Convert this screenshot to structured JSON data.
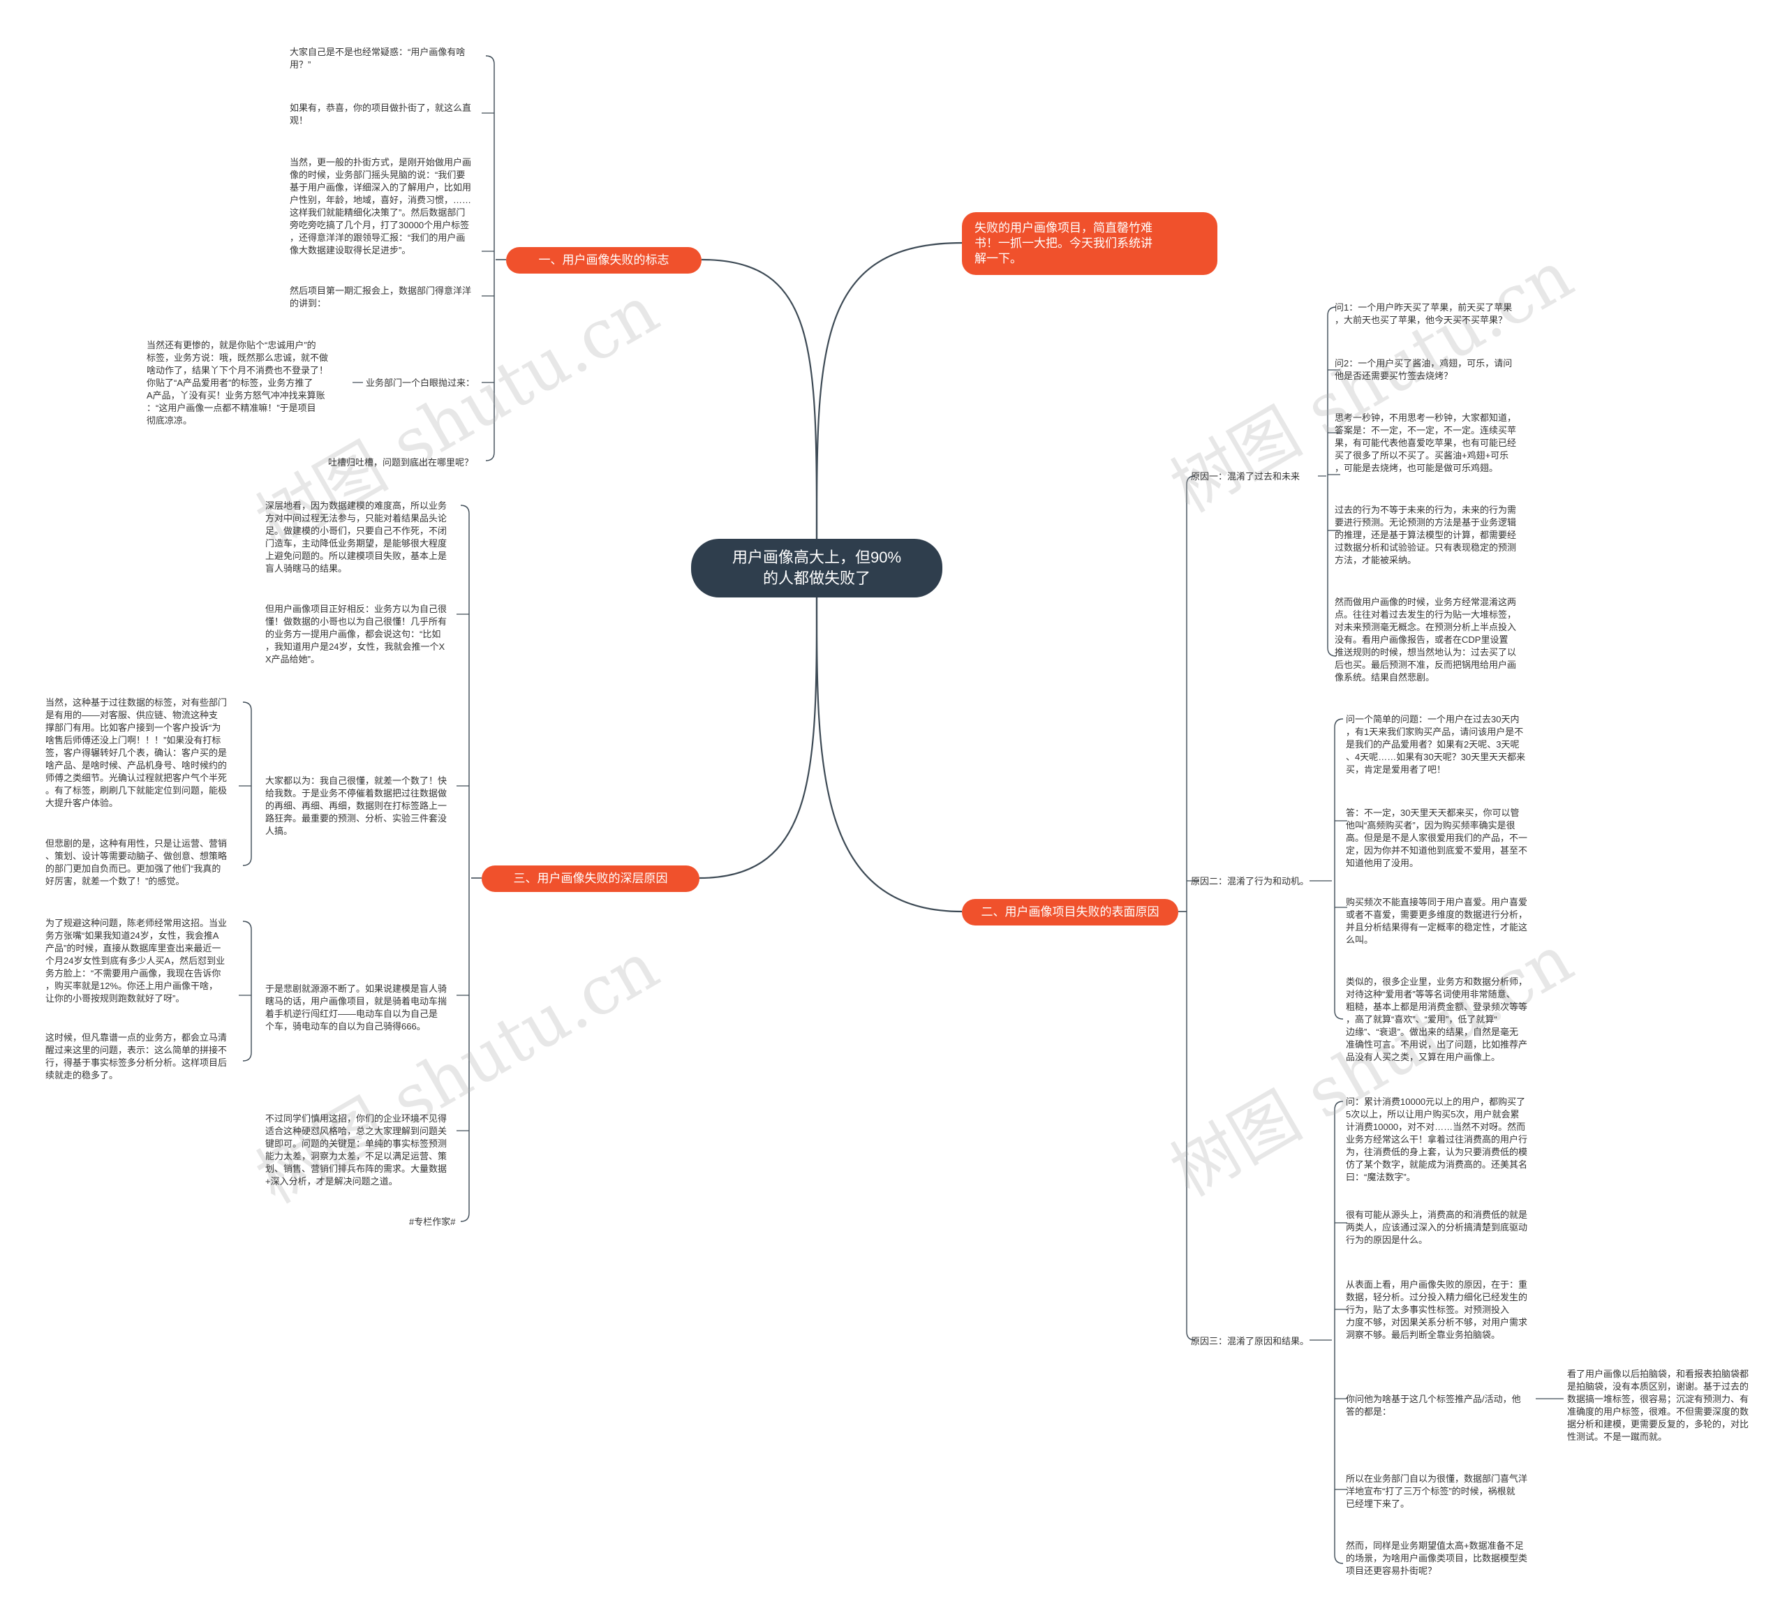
{
  "colors": {
    "root_bg": "#2f3e4d",
    "main_bg": "#f0512c",
    "line": "#3d4a55",
    "text": "#333333"
  },
  "root": "用户画像高大上，但90%\n的人都做失败了",
  "main": {
    "intro": "失败的用户画像项目，简直罄竹难\n书！一抓一大把。今天我们系统讲\n解一下。",
    "b1": "一、用户画像失败的标志",
    "b2": "二、用户画像项目失败的表面原因",
    "b3": "三、用户画像失败的深层原因"
  },
  "b1_leaves": {
    "l1": "大家自己是不是也经常疑惑：“用户画像有啥\n用？”",
    "l2": "如果有，恭喜，你的项目做扑街了，就这么直\n观！",
    "l3": "当然，更一般的扑街方式，是刚开始做用户画\n像的时候，业务部门摇头晃脑的说：“我们要\n基于用户画像，详细深入的了解用户，比如用\n户性别，年龄，地域，喜好，消费习惯，……\n这样我们就能精细化决策了”。然后数据部门\n旁吃旁吃搞了几个月，打了30000个用户标签\n，还得意洋洋的跟领导汇报：“我们的用户画\n像大数据建设取得长足进步”。",
    "l4": "然后项目第一期汇报会上，数据部门得意洋洋\n的讲到：",
    "l5": "业务部门一个白眼抛过来：",
    "l5_child": "当然还有更惨的，就是你贴个“忠诚用户”的\n标签，业务方说：哦，既然那么忠诚，就不做\n啥动作了，结果丫下个月不消费也不登录了！\n你贴了“A产品爱用者”的标签，业务方推了\nA产品，丫没有买！业务方怒气冲冲找来算账\n：“这用户画像一点都不精准嘛！”于是项目\n彻底凉凉。",
    "l6": "吐槽归吐槽，问题到底出在哪里呢？"
  },
  "b2_sub": {
    "s1": "原因一：混淆了过去和未来",
    "s2": "原因二：混淆了行为和动机。",
    "s3": "原因三：混淆了原因和结果。"
  },
  "b2_s1_leaves": {
    "a": "问1：一个用户昨天买了苹果，前天买了苹果\n，大前天也买了苹果，他今天买不买苹果？",
    "b": "问2：一个用户买了酱油，鸡翅，可乐，请问\n他是否还需要买竹签去烧烤？",
    "c": "思考一秒钟，不用思考一秒钟，大家都知道，\n答案是：不一定，不一定，不一定。连续买苹\n果，有可能代表他喜爱吃苹果，也有可能已经\n买了很多了所以不买了。买酱油+鸡翅+可乐\n，可能是去烧烤，也可能是做可乐鸡翅。",
    "d": "过去的行为不等于未来的行为，未来的行为需\n要进行预测。无论预测的方法是基于业务逻辑\n的推理，还是基于算法模型的计算，都需要经\n过数据分析和试验验证。只有表现稳定的预测\n方法，才能被采纳。",
    "e": "然而做用户画像的时候，业务方经常混淆这两\n点。往往对着过去发生的行为贴一大堆标签，\n对未来预测毫无概念。在预测分析上半点投入\n没有。看用户画像报告，或者在CDP里设置\n推送规则的时候，想当然地认为：过去买了以\n后也买。最后预测不准，反而把锅甩给用户画\n像系统。结果自然悲剧。"
  },
  "b2_s2_leaves": {
    "a": "问一个简单的问题：一个用户在过去30天内\n，有1天来我们家购买产品，请问该用户是不\n是我们的产品爱用者？如果有2天呢、3天呢\n、4天呢……如果有30天呢？30天里天天都来\n买，肯定是爱用者了吧！",
    "b": "答：不一定，30天里天天都来买，你可以管\n他叫“高频购买者”，因为购买频率确实是很\n高。但是是不是人家很爱用我们的产品，不一\n定，因为你并不知道他到底爱不爱用，甚至不\n知道他用了没用。",
    "c": "购买频次不能直接等同于用户喜爱。用户喜爱\n或者不喜爱，需要更多维度的数据进行分析，\n并且分析结果得有一定概率的稳定性，才能这\n么叫。",
    "d": "类似的，很多企业里，业务方和数据分析师，\n对待这种“爱用者”等等名词使用非常随意、\n粗糙，基本上都是用消费金额、登录频次等等\n，高了就算“喜欢”、“爱用”，低了就算“\n边缘”、“衰退”。做出来的结果，自然是毫无\n准确性可言。不用说，出了问题，比如推荐产\n品没有人买之类，又算在用户画像上。"
  },
  "b2_s3_leaves": {
    "a": "问：累计消费10000元以上的用户，都购买了\n5次以上，所以让用户购买5次，用户就会累\n计消费10000，对不对……当然不对呀。然而\n业务方经常这么干！拿着过往消费高的用户行\n为，往消费低的身上套，认为只要消费低的模\n仿了某个数字，就能成为消费高的。还美其名\n曰：“魔法数字”。",
    "b": "很有可能从源头上，消费高的和消费低的就是\n两类人，应该通过深入的分析搞清楚到底驱动\n行为的原因是什么。",
    "c": "从表面上看，用户画像失败的原因，在于：重\n数据，轻分析。过分投入精力细化已经发生的\n行为，贴了太多事实性标签。对预测投入\n力度不够，对因果关系分析不够，对用户需求\n洞察不够。最后判断全靠业务拍脑袋。",
    "d": "你问他为啥基于这几个标签推产品/活动，他\n答的都是：",
    "d_child": "看了用户画像以后拍脑袋，和看报表拍脑袋都\n是拍脑袋，没有本质区别，谢谢。基于过去的\n数据搞一堆标签，很容易；沉淀有预测力、有\n准确度的用户标签，很难。不但需要深度的数\n据分析和建模，更需要反复的，多轮的，对比\n性测试。不是一蹴而就。",
    "e": "所以在业务部门自以为很懂，数据部门喜气洋\n洋地宣布“打了三万个标签”的时候，祸根就\n已经埋下来了。",
    "f": "然而，同样是业务期望值太高+数据准备不足\n的场景，为啥用户画像类项目，比数据模型类\n项目还更容易扑街呢？"
  },
  "b3_leaves": {
    "l1": "深层地看，因为数据建模的难度高，所以业务\n方对中间过程无法参与，只能对着结果品头论\n足。做建模的小哥们，只要自己不作死，不闭\n门造车，主动降低业务期望，是能够很大程度\n上避免问题的。所以建模项目失败，基本上是\n盲人骑瞎马的结果。",
    "l2": "但用户画像项目正好相反：业务方以为自己很\n懂！做数据的小哥也以为自己很懂！几乎所有\n的业务方一提用户画像，都会说这句：“比如\n，我知道用户是24岁，女性，我就会推一个X\nX产品给她”。",
    "l3": "大家都以为：我自己很懂，就差一个数了！快\n给我数。于是业务不停催着数据把过往数据做\n的再细、再细、再细，数据则在打标签路上一\n路狂奔。最重要的预测、分析、实验三件套没\n人搞。",
    "l3_c1": "当然，这种基于过往数据的标签，对有些部门\n是有用的——对客服、供应链、物流这种支\n撑部门有用。比如客户接到一个客户投诉“为\n啥售后师傅还没上门啊！！！”如果没有打标\n签，客户得辗转好几个表，确认：客户买的是\n啥产品、是啥时候、产品机身号、啥时候约的\n师傅之类细节。光确认过程就把客户气个半死\n。有了标签，刷刷几下就能定位到问题，能极\n大提升客户体验。",
    "l3_c2": "但悲剧的是，这种有用性，只是让运营、营销\n、策划、设计等需要动脑子、做创意、想策略\n的部门更加自负而已。更加强了他们“我真的\n好厉害，就差一个数了！”的感觉。",
    "l4": "于是悲剧就源源不断了。如果说建模是盲人骑\n瞎马的话，用户画像项目，就是骑着电动车揣\n着手机逆行闯红灯——电动车自以为自己是\n个车，骑电动车的自以为自己骑得666。",
    "l4_c1": "为了规避这种问题，陈老师经常用这招。当业\n务方张嘴“如果我知道24岁，女性，我会推A\n产品”的时候，直接从数据库里查出来最近一\n个月24岁女性到底有多少人买A，然后怼到业\n务方脸上：“不需要用户画像，我现在告诉你\n，购买率就是12%。你还上用户画像干啥，\n让你的小哥按规则跑数就好了呀”。",
    "l4_c2": "这时候，但凡靠谱一点的业务方，都会立马清\n醒过来这里的问题，表示：这么简单的拼接不\n行，得基于事实标签多分析分析。这样项目后\n续就走的稳多了。",
    "l5": "不过同学们慎用这招，你们的企业环境不见得\n适合这种硬怼风格哈，总之大家理解到问题关\n键即可。问题的关键是：单纯的事实标签预测\n能力太差，洞察力太差，不足以满足运营、策\n划、销售、营销们排兵布阵的需求。大量数据\n+深入分析，才是解决问题之道。",
    "l6": "#专栏作家#"
  },
  "watermark": "树图 shutu.cn"
}
